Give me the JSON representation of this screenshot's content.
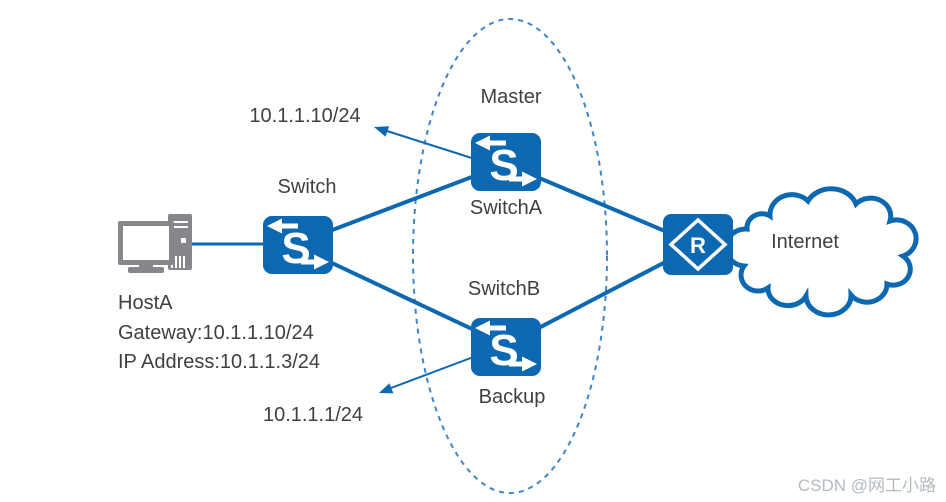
{
  "diagram": {
    "palette": {
      "device_blue": "#0d68b2",
      "link_blue": "#0d68b2",
      "ellipse_dash_blue": "#3f85c6",
      "label_gray": "#404040",
      "host_gray": "#85878a",
      "watermark_gray": "#b3bac1"
    },
    "nodes": {
      "host": {
        "name": "HostA",
        "gateway_line": "Gateway:10.1.1.10/24",
        "ip_line": "IP Address:10.1.1.3/24"
      },
      "access_switch": {
        "label": "Switch",
        "icon_glyph": "S"
      },
      "switch_a": {
        "label": "SwitchA",
        "role": "Master",
        "icon_glyph": "S",
        "advertised_ip": "10.1.1.10/24"
      },
      "switch_b": {
        "label": "SwitchB",
        "role": "Backup",
        "icon_glyph": "S",
        "advertised_ip": "10.1.1.1/24"
      },
      "router": {
        "icon_glyph": "R"
      },
      "internet": {
        "label": "Internet"
      }
    },
    "watermark": "CSDN @网工小路"
  }
}
